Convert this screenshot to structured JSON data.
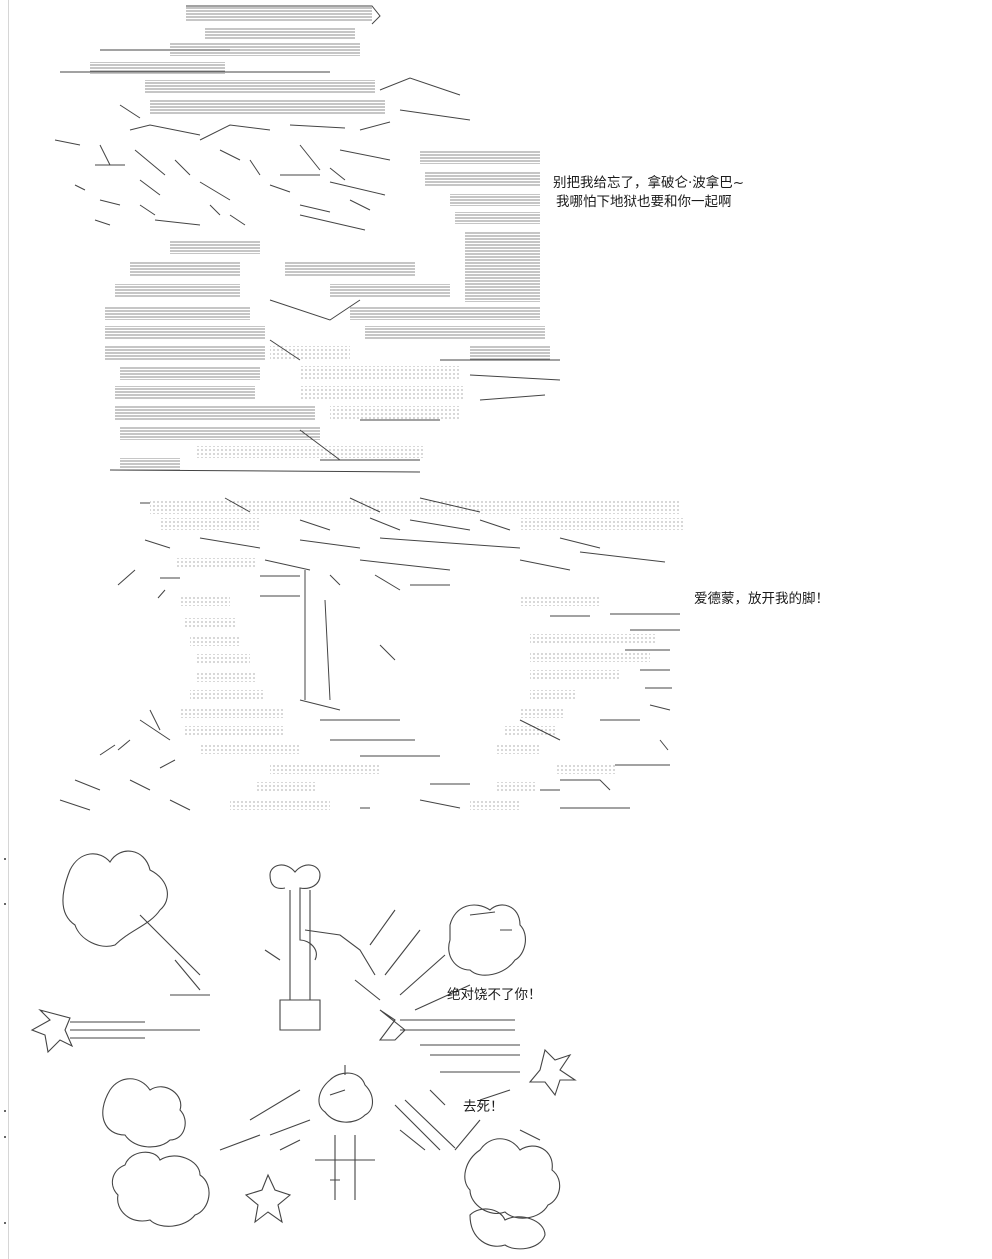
{
  "panel1": {
    "dialogue": [
      "别把我给忘了，拿破仑·波拿巴~",
      "我哪怕下地狱也要和你一起啊"
    ]
  },
  "panel2": {
    "dialogue": "爱德蒙，放开我的脚！"
  },
  "panel3": {
    "dialogue_1": "绝对饶不了你！",
    "dialogue_2": "去死！"
  },
  "colors": {
    "ink": "#444444",
    "text": "#1a1a1a",
    "edge": "#d6d6d6"
  }
}
